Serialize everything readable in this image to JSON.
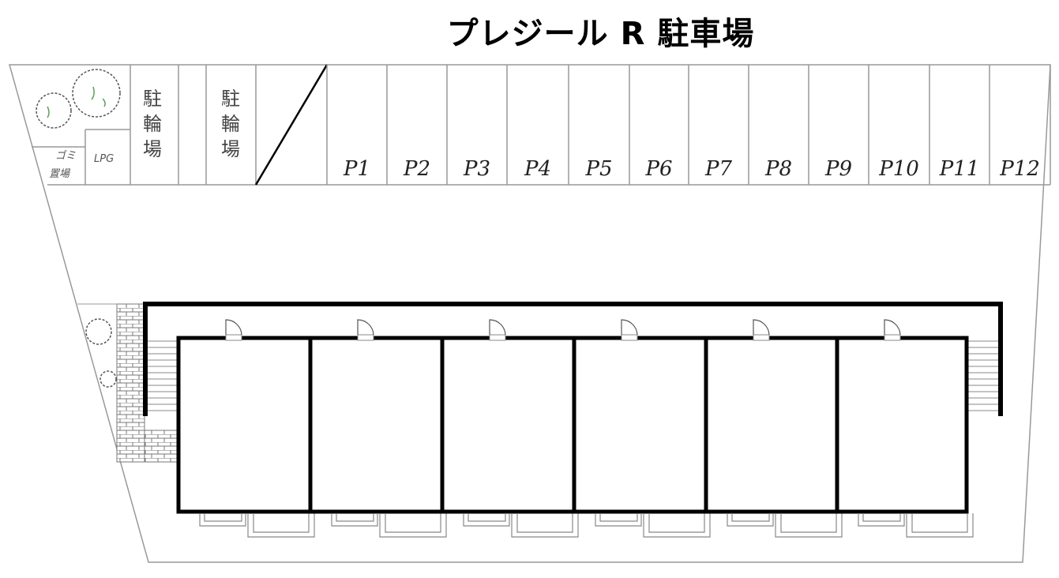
{
  "title": "プレジール R 駐車場",
  "bike_parking": [
    {
      "label": [
        "駐",
        "輪",
        "場"
      ]
    },
    {
      "label": [
        "駐",
        "輪",
        "場"
      ]
    }
  ],
  "garbage_area": {
    "line1": "ゴミ",
    "line2": "置場"
  },
  "lpg": "LPG",
  "parking_spaces": [
    "P1",
    "P2",
    "P3",
    "P4",
    "P5",
    "P6",
    "P7",
    "P8",
    "P9",
    "P10",
    "P11",
    "P12"
  ],
  "building": {
    "units": 6
  },
  "colors": {
    "line": "#888888",
    "wall": "#000000",
    "tree": "#5aa05a"
  }
}
